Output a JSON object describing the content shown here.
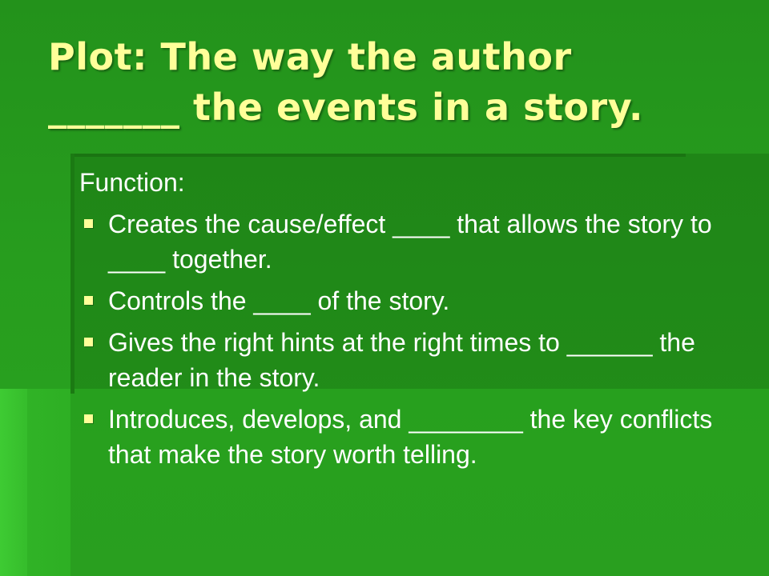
{
  "slide": {
    "title_line1": "Plot:  The way the author",
    "title_line2": "_______ the events in a story.",
    "content_heading": "Function:",
    "bullets": [
      "Creates the cause/effect ____ that allows the story to ____ together.",
      "Controls the ____ of the story.",
      "Gives the right hints at the right times to ______ the reader in the story.",
      "Introduces, develops, and ________ the key conflicts that make the story worth telling."
    ]
  },
  "colors": {
    "background": "#259a1c",
    "title_text": "#ffff99",
    "body_text": "#ffffff",
    "bullet": "#ffff99"
  },
  "icons": {
    "bullet": "square-bullet-icon"
  }
}
